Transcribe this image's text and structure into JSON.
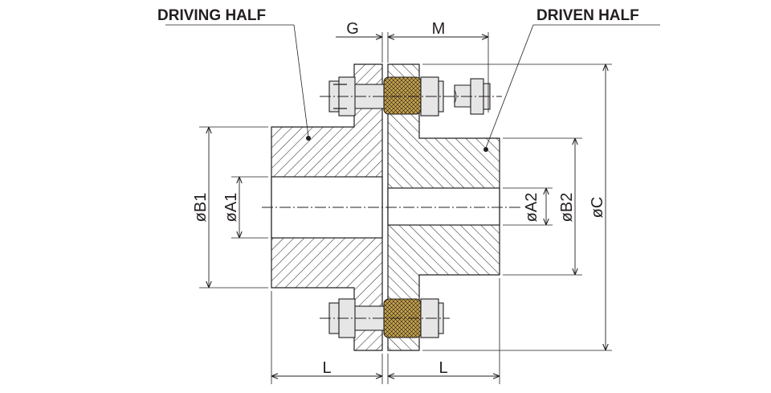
{
  "callouts": {
    "driving_half": "DRIVING HALF",
    "driven_half": "DRIVEN HALF"
  },
  "dimensions": {
    "gap": "G",
    "bolt_length": "M",
    "hub_length_left": "L",
    "hub_length_right": "L",
    "bore_left": "øA1",
    "hub_dia_left": "øB1",
    "bore_right": "øA2",
    "hub_dia_right": "øB2",
    "outer_dia": "øC"
  },
  "colors": {
    "line": "#231f20",
    "section_fill": "#d9d9d9",
    "rubber_bushing": "#c8a44a"
  }
}
